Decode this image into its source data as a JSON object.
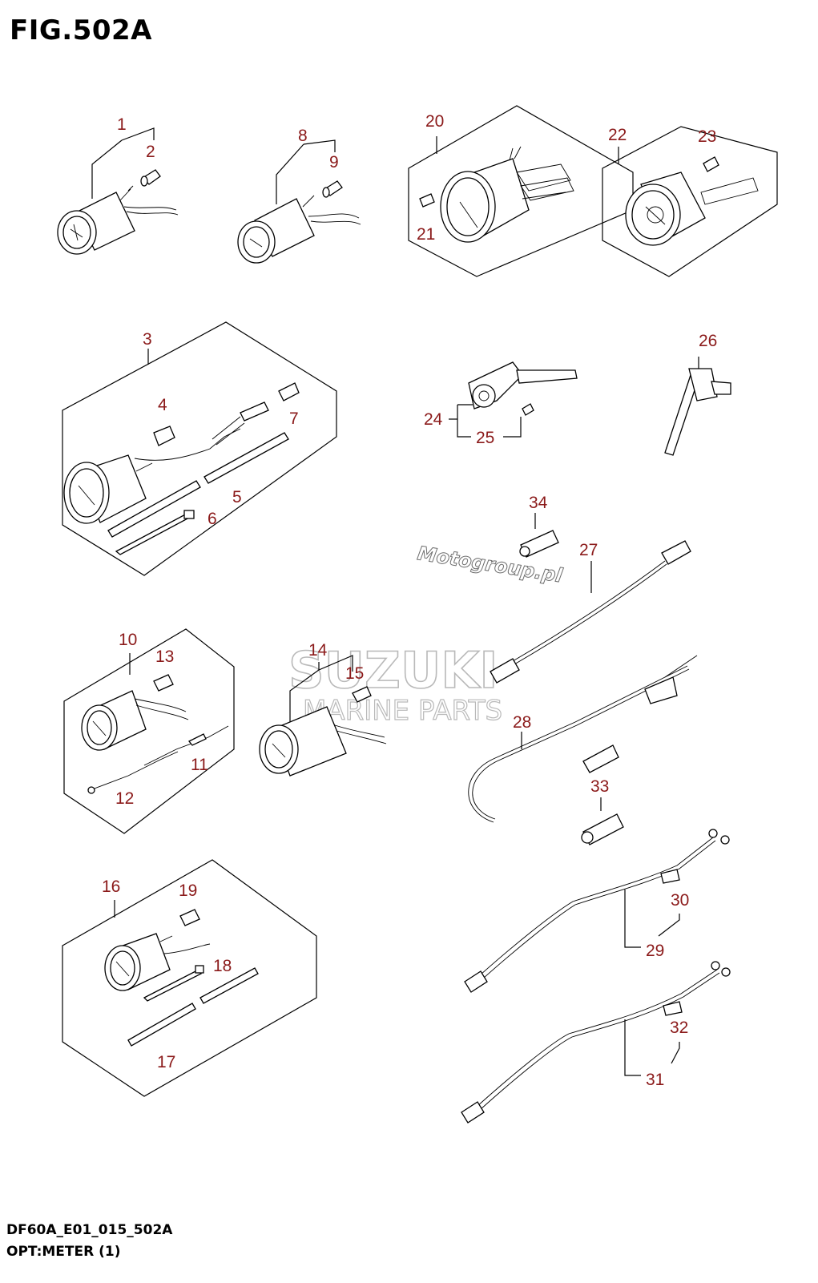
{
  "figure": {
    "title": "FIG.502A",
    "code": "DF60A_E01_015_502A",
    "name": "OPT:METER (1)"
  },
  "callouts": [
    "1",
    "2",
    "3",
    "4",
    "5",
    "6",
    "7",
    "8",
    "9",
    "10",
    "11",
    "12",
    "13",
    "14",
    "15",
    "16",
    "17",
    "18",
    "19",
    "20",
    "21",
    "22",
    "23",
    "24",
    "25",
    "26",
    "27",
    "28",
    "29",
    "30",
    "31",
    "32",
    "33",
    "34"
  ],
  "watermarks": {
    "brand": "SUZUKI",
    "tagline": "MARINE PARTS",
    "site": "Motogroup.pl"
  }
}
